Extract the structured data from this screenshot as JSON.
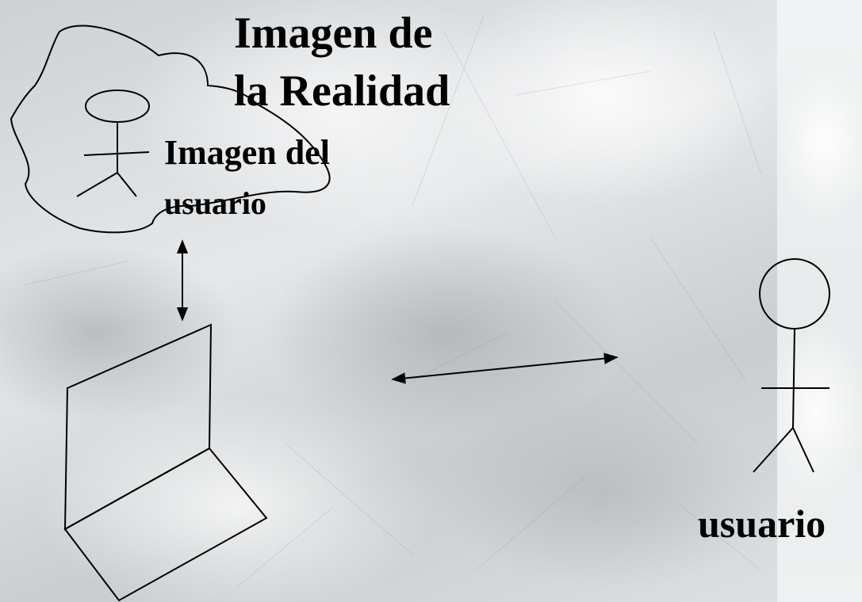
{
  "labels": {
    "reality_image_line1": "Imagen de",
    "reality_image_line2": "la Realidad",
    "user_image_line1": "Imagen del",
    "user_image_line2": "usuario",
    "user": "usuario"
  },
  "icons": [
    "stick-figure-icon",
    "laptop-icon",
    "double-arrow-icon"
  ],
  "colors": {
    "ink": "#000000",
    "background": "#d7dadc",
    "side_strip": "#eef0f1"
  }
}
